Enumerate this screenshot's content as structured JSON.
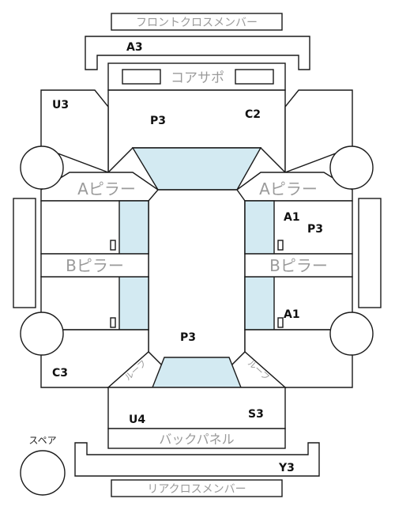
{
  "labels": {
    "front_cross_member": "フロントクロスメンバー",
    "core_support": "コアサポ",
    "a_pillar": "Aピラー",
    "b_pillar": "Bピラー",
    "back_panel": "バックパネル",
    "rear_cross_member": "リアクロスメンバー",
    "spare": "スペア",
    "curved_left": "ルーフ",
    "curved_right": "ルーフ"
  },
  "codes": {
    "a3": "A3",
    "u3": "U3",
    "p3_hood": "P3",
    "c2": "C2",
    "a1_upper": "A1",
    "p3_right": "P3",
    "a1_lower": "A1",
    "p3_roof": "P3",
    "c3": "C3",
    "u4": "U4",
    "s3": "S3",
    "y3": "Y3"
  }
}
